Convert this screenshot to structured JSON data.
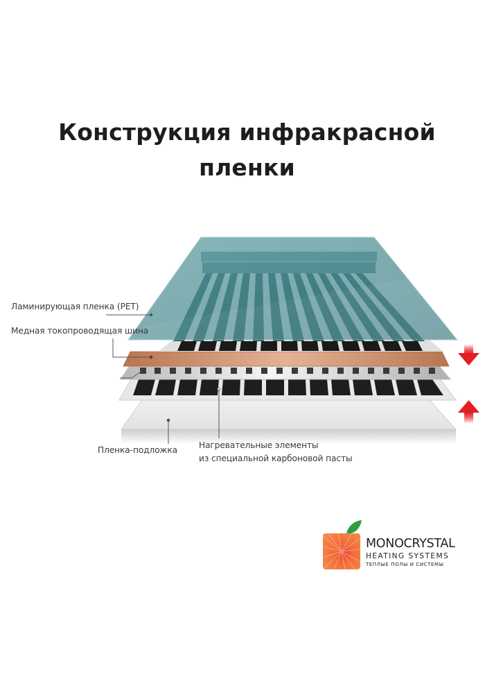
{
  "title": {
    "line1": "Конструкция инфракрасной",
    "line2": "пленки"
  },
  "diagram": {
    "layers": [
      {
        "id": "pet",
        "label": "Ламинирующая пленка (PET)",
        "color": "#4f8f94"
      },
      {
        "id": "copper",
        "label": "Медная токопроводящая шина",
        "color": "#c98a66"
      },
      {
        "id": "heating",
        "label_line1": "Нагревательные элементы",
        "label_line2": "из специальной карбоновой пасты",
        "color": "#1e1e1e"
      },
      {
        "id": "substrate",
        "label": "Пленка-подложка",
        "color": "#e6e6e6"
      }
    ],
    "arrows": [
      {
        "direction": "down",
        "color": "#e31e24"
      },
      {
        "direction": "up",
        "color": "#e31e24"
      }
    ]
  },
  "logo": {
    "brand": "MONOCRYSTAL",
    "subtitle": "HEATING SYSTEMS",
    "tagline": "ТЕПЛЫЕ ПОЛЫ И СИСТЕМЫ",
    "icon": "orange-fruit-icon",
    "colors": {
      "orange": "#f15a24",
      "leaf": "#2e9e3e"
    }
  }
}
